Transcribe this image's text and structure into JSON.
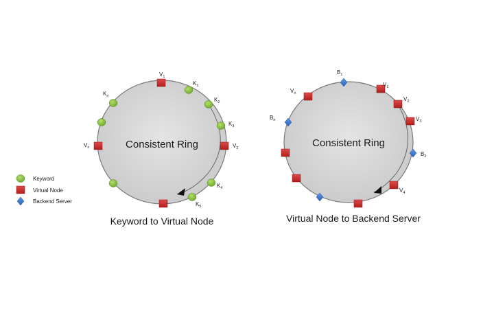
{
  "legend": {
    "keyword": "Keyword",
    "virtual_node": "Virtual Node",
    "backend_server": "Backend Server"
  },
  "colors": {
    "keyword_fill": "#8dc63f",
    "virtual_node_fill": "#cc2a2a",
    "backend_fill": "#3a7bd5",
    "ring_fill": "#d4d4d4",
    "ring_stroke": "#7a7a7a"
  },
  "left_ring": {
    "title": "Consistent Ring",
    "caption": "Keyword to Virtual Node",
    "labels": {
      "v1": [
        "V",
        "1"
      ],
      "k1": [
        "K",
        "1"
      ],
      "k2": [
        "K",
        "2"
      ],
      "k3": [
        "K",
        "3"
      ],
      "v2": [
        "V",
        "2"
      ],
      "k4": [
        "K",
        "4"
      ],
      "k5": [
        "K",
        "5"
      ],
      "vn": [
        "V",
        "n"
      ],
      "kn": [
        "K",
        "n"
      ]
    }
  },
  "right_ring": {
    "title": "Consistent Ring",
    "caption": "Virtual Node to Backend Server",
    "labels": {
      "b1": [
        "B",
        "1"
      ],
      "v1": [
        "V",
        "1"
      ],
      "v2": [
        "V",
        "2"
      ],
      "v3": [
        "V",
        "3"
      ],
      "b2": [
        "B",
        "2"
      ],
      "v4": [
        "V",
        "4"
      ],
      "bn": [
        "B",
        "n"
      ],
      "vn": [
        "V",
        "n"
      ]
    }
  }
}
